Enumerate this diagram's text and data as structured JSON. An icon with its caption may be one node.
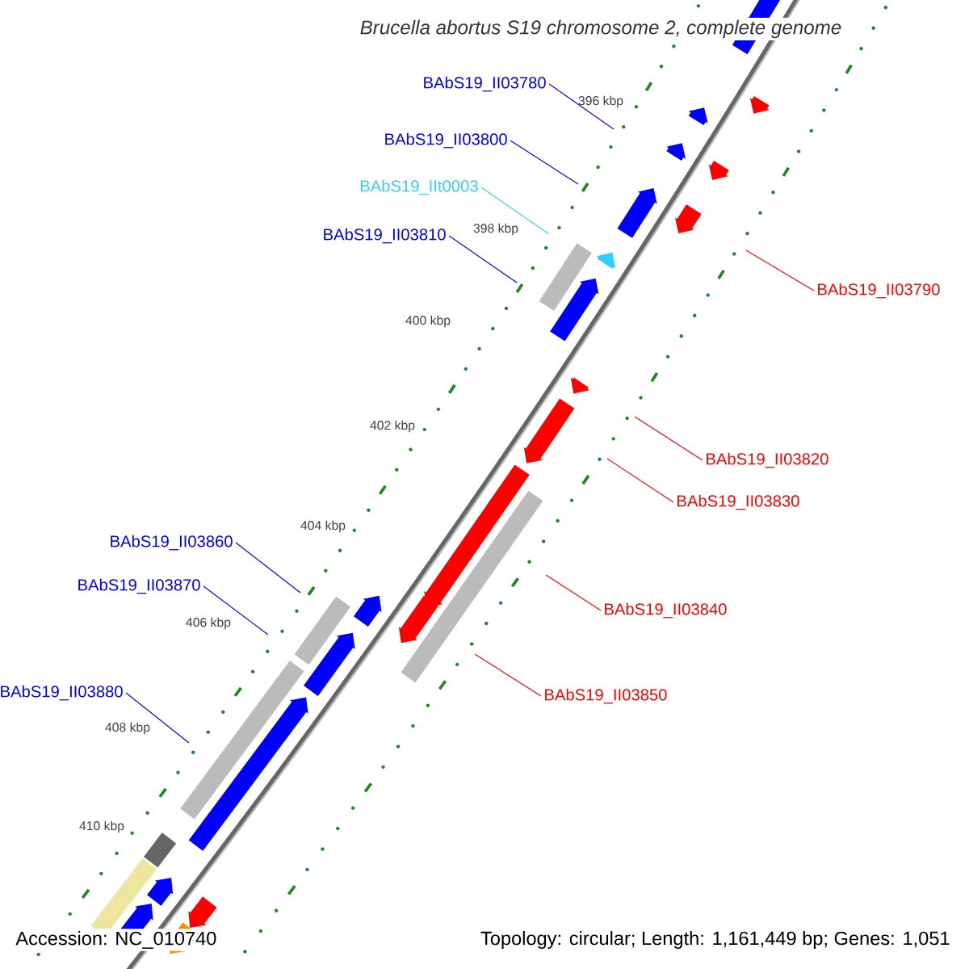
{
  "diagram": {
    "title": "Brucella abortus S19 chromosome 2, complete genome",
    "nodes": [
      {
        "text": [
          "BAbS19_II03780"
        ]
      },
      {
        "text": [
          "BAbS19_II03800"
        ]
      },
      {
        "text": [
          "BAbS19_IIt0003"
        ]
      },
      {
        "text": [
          "BAbS19_II03810"
        ]
      },
      {
        "text": [
          "BAbS19_II03860"
        ]
      },
      {
        "text": [
          "BAbS19_II03870"
        ]
      },
      {
        "text": [
          "BAbS19_II03880"
        ]
      },
      {
        "text": [
          "BAbS19_II03790"
        ]
      },
      {
        "text": [
          "BAbS19_II03820"
        ]
      },
      {
        "text": [
          "BAbS19_II03830"
        ]
      },
      {
        "text": [
          "BAbS19_II03840"
        ]
      },
      {
        "text": [
          "BAbS19_II03850"
        ]
      }
    ],
    "edges": [
      {
        "from": 0,
        "to": null,
        "arrow": "none"
      },
      {
        "from": 1,
        "to": null,
        "arrow": "none"
      },
      {
        "from": 2,
        "to": null,
        "arrow": "none",
        "color": "#33ccff"
      },
      {
        "from": 3,
        "to": null,
        "arrow": "none"
      },
      {
        "from": 4,
        "to": null,
        "arrow": "none"
      },
      {
        "from": 5,
        "to": null,
        "arrow": "none"
      },
      {
        "from": 6,
        "to": null,
        "arrow": "none"
      },
      {
        "from": 7,
        "to": null,
        "arrow": "none",
        "color": "#ff0000"
      },
      {
        "from": 8,
        "to": null,
        "arrow": "none",
        "color": "#ff0000"
      },
      {
        "from": 9,
        "to": null,
        "arrow": "none",
        "color": "#ff0000"
      },
      {
        "from": 10,
        "to": null,
        "arrow": "none",
        "color": "#ff0000"
      },
      {
        "from": 11,
        "to": null,
        "arrow": "none",
        "color": "#ff0000"
      }
    ],
    "labels": [
      "396 kbp",
      "398 kbp",
      "400 kbp",
      "402 kbp",
      "404 kbp",
      "406 kbp",
      "408 kbp",
      "410 kbp",
      "Accession: NC_010740",
      "Topology: circular; Length: 1,161,449 bp; Genes: 1,051"
    ]
  }
}
